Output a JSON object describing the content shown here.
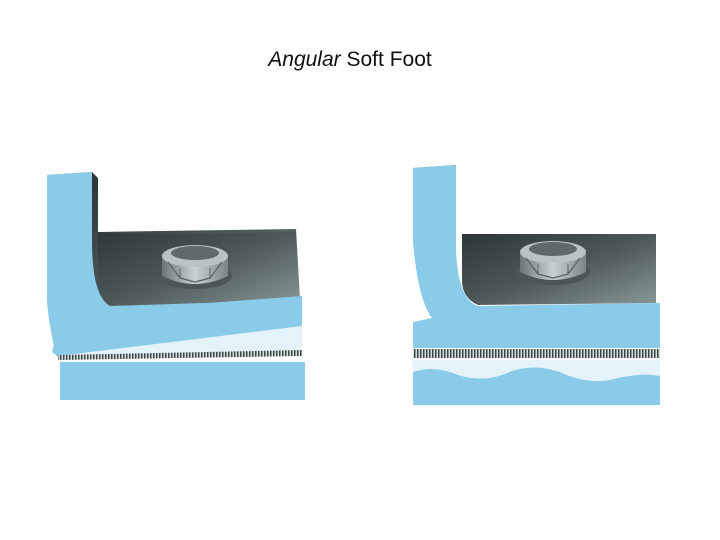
{
  "title": {
    "italic_part": "Angular",
    "rest": "Soft Foot"
  },
  "illustrations": [
    {
      "subject": "machine foot with angular gap between foot and base",
      "icon": "hex-bolt-icon"
    },
    {
      "subject": "machine foot with uneven wavy gap between foot and base",
      "icon": "hex-bolt-icon"
    }
  ],
  "colors": {
    "base_blue": "#89cbe9",
    "base_shadow": "#6fb4d6",
    "frame_dark": "#3c4848",
    "frame_mid": "#7e8b8b",
    "gap_light": "#dff0f8",
    "shim_dark": "#3d4748"
  }
}
